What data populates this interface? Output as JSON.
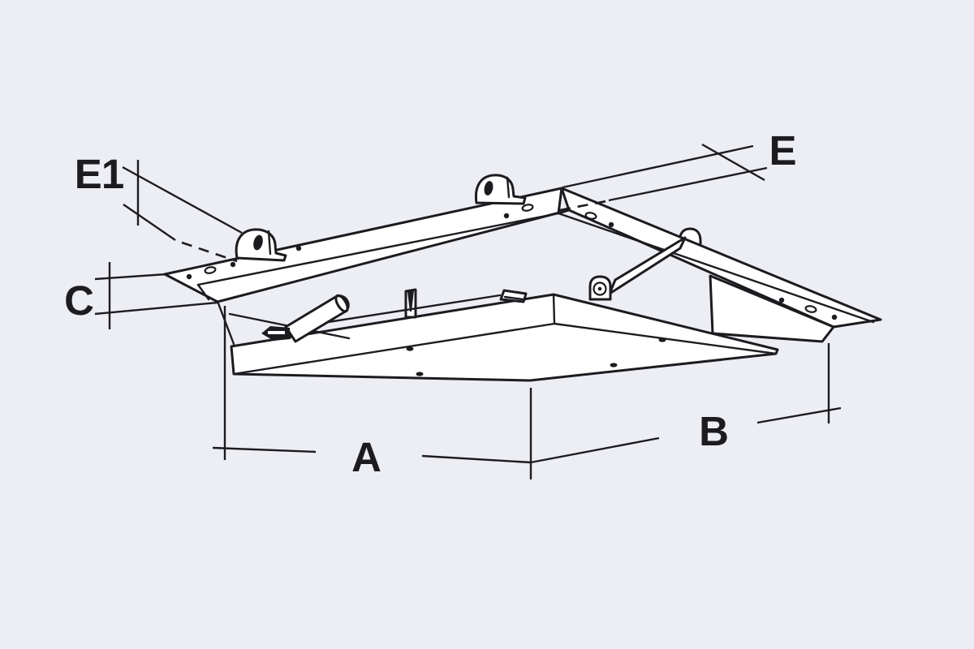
{
  "colors": {
    "background": "#eceef4",
    "ink": "#1c1c20",
    "paper": "#ffffff"
  },
  "diagram": {
    "type": "technical-drawing",
    "subject": "Isometric line drawing of a ceiling access hatch: mounting frame with drop-down panel on scissor hinges and dimension callouts",
    "labels": {
      "a": "A",
      "b": "B",
      "c": "C",
      "e": "E",
      "e1": "E1"
    }
  }
}
